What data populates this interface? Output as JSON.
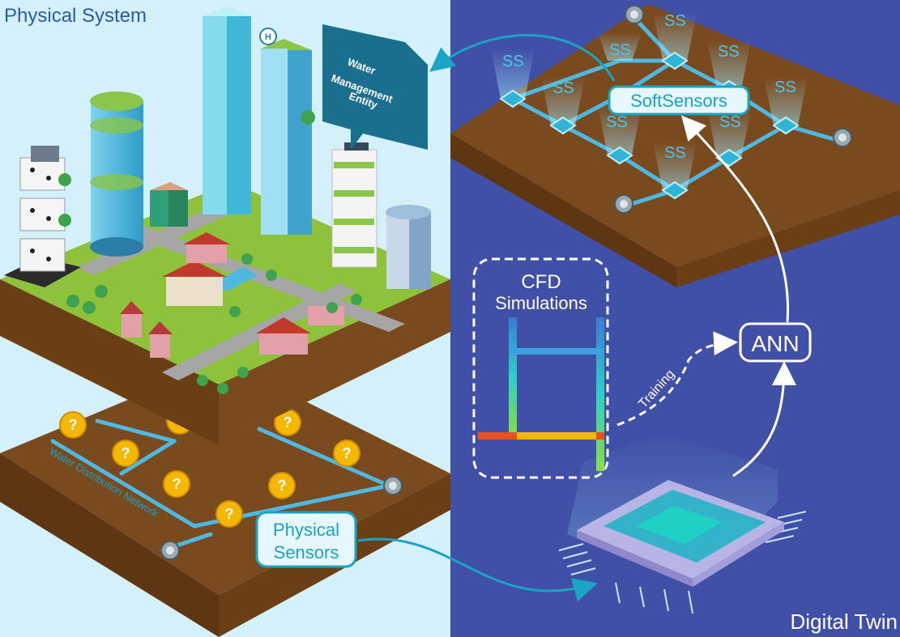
{
  "colors": {
    "physical_bg": "#d4f1fb",
    "twin_bg": "#4150a7",
    "soil_top": "#7a4a1f",
    "soil_side": "#5e3612",
    "grass": "#8fc23b",
    "road": "#a6a6a6",
    "pipe": "#4fb8e0",
    "cyan_label": "#1aa3c4",
    "question": "#f5b800"
  },
  "physical": {
    "title": "Physical System",
    "entity_label_line1": "Water",
    "entity_label_line2": "Management",
    "entity_label_line3": "Entity",
    "network_label": "Water Distribution Network",
    "sensors_line1": "Physical",
    "sensors_line2": "Sensors"
  },
  "twin": {
    "title": "Digital Twin",
    "ss_label": "SS",
    "softsensors": "SoftSensors",
    "cfd_line1": "CFD",
    "cfd_line2": "Simulations",
    "training": "Training",
    "ann": "ANN"
  }
}
